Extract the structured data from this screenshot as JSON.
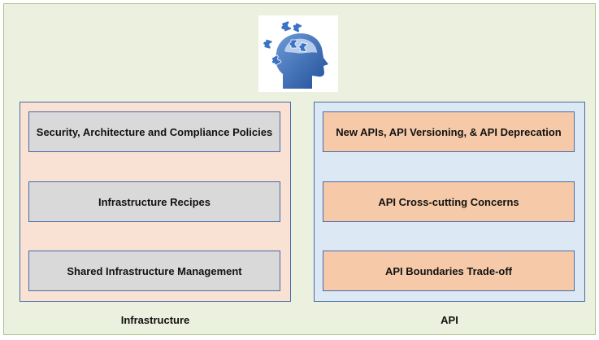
{
  "logo": {
    "icon": "puzzle-head-icon"
  },
  "infrastructure": {
    "label": "Infrastructure",
    "boxes": [
      "Security, Architecture and Compliance Policies",
      "Infrastructure Recipes",
      "Shared Infrastructure Management"
    ]
  },
  "api": {
    "label": "API",
    "boxes": [
      "New APIs, API Versioning, & API Deprecation",
      "API Cross-cutting Concerns",
      "API Boundaries Trade-off"
    ]
  },
  "colors": {
    "background": "#ebf1de",
    "infrastructure_panel": "#f9e1d3",
    "infrastructure_box": "#d9d9d9",
    "api_panel": "#dde8f5",
    "api_box": "#f6caa8",
    "border": "#4a6aa8",
    "logo_blue": "#2e64b4"
  }
}
